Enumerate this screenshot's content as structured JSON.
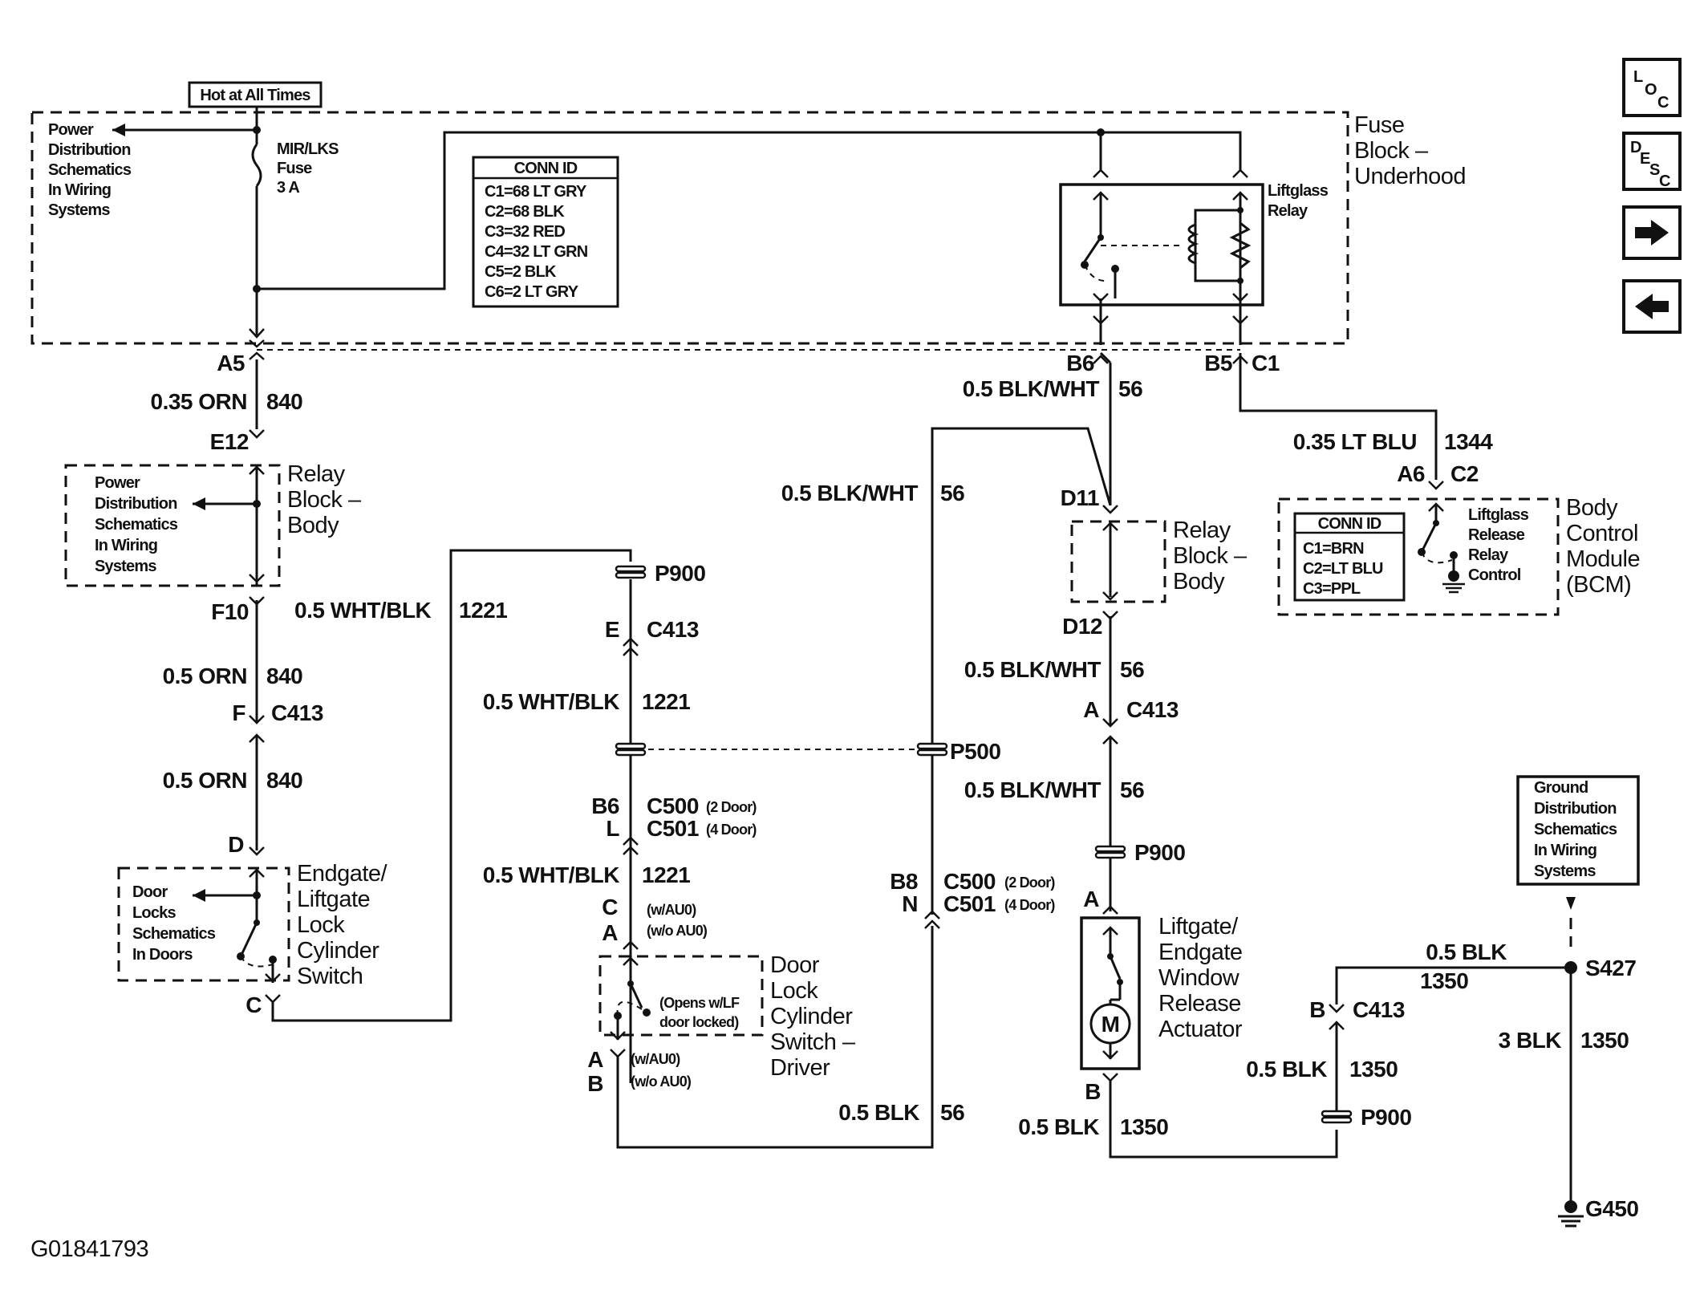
{
  "labels": {
    "hot": "Hot at All Times",
    "pd1": "Power",
    "pd2": "Distribution",
    "pd3": "Schematics",
    "pd4": "In Wiring",
    "pd5": "Systems",
    "fuse1": "MIR/LKS",
    "fuse2": "Fuse",
    "fuse3": "3 A",
    "fbu1": "Fuse",
    "fbu2": "Block –",
    "fbu3": "Underhood",
    "lgr1": "Liftglass",
    "lgr2": "Relay",
    "a5": "A5",
    "orn035": "0.35 ORN",
    "w840a": "840",
    "e12": "E12",
    "rb1": "Relay",
    "rb2": "Block –",
    "rb3": "Body",
    "f10": "F10",
    "wb05": "0.5 WHT/BLK",
    "w1221a": "1221",
    "orn05a": "0.5 ORN",
    "w840b": "840",
    "f": "F",
    "c413a": "C413",
    "orn05b": "0.5 ORN",
    "w840c": "840",
    "d": "D",
    "dl1": "Door",
    "dl2": "Locks",
    "dl3": "Schematics",
    "dl4": "In Doors",
    "el1": "Endgate/",
    "el2": "Liftgate",
    "el3": "Lock",
    "el4": "Cylinder",
    "el5": "Switch",
    "c": "C",
    "p900a": "P900",
    "e": "E",
    "c413b": "C413",
    "wb05b": "0.5 WHT/BLK",
    "w1221b": "1221",
    "p500": "P500",
    "b6": "B6",
    "c500a": "C500",
    "door2a": "(2 Door)",
    "l": "L",
    "c501a": "C501",
    "door4a": "(4 Door)",
    "wb05c": "0.5 WHT/BLK",
    "w1221c": "1221",
    "c2": "C",
    "wau0a": "(w/AU0)",
    "a2": "A",
    "woau0a": "(w/o AU0)",
    "ds1": "Door",
    "ds2": "Lock",
    "ds3": "Cylinder",
    "ds4": "Switch –",
    "ds5": "Driver",
    "op1": "(Opens w/LF",
    "op2": "door locked)",
    "a3": "A",
    "wau0b": "(w/AU0)",
    "b3": "B",
    "woau0b": "(w/o AU0)",
    "blk05a": "0.5 BLK",
    "w56a": "56",
    "bw05a": "0.5 BLK/WHT",
    "w56b": "56",
    "b8": "B8",
    "c500b": "C500",
    "door2b": "(2 Door)",
    "n": "N",
    "c501b": "C501",
    "door4b": "(4 Door)",
    "b6r": "B6",
    "b5": "B5",
    "c1": "C1",
    "bw05b": "0.5 BLK/WHT",
    "w56c": "56",
    "d11": "D11",
    "rbb1": "Relay",
    "rbb2": "Block –",
    "rbb3": "Body",
    "d12": "D12",
    "bw05c": "0.5 BLK/WHT",
    "w56d": "56",
    "ar": "A",
    "c413c": "C413",
    "bw05d": "0.5 BLK/WHT",
    "w56e": "56",
    "p900b": "P900",
    "ar2": "A",
    "la1": "Liftgate/",
    "la2": "Endgate",
    "la3": "Window",
    "la4": "Release",
    "la5": "Actuator",
    "m": "M",
    "br": "B",
    "blk05b": "0.5 BLK",
    "w1350a": "1350",
    "ltblu": "0.35 LT BLU",
    "w1344": "1344",
    "a6": "A6",
    "c2r": "C2",
    "bcm1": "Body",
    "bcm2": "Control",
    "bcm3": "Module",
    "bcm4": "(BCM)",
    "rr1": "Liftglass",
    "rr2": "Release",
    "rr3": "Relay",
    "rr4": "Control",
    "gd1": "Ground",
    "gd2": "Distribution",
    "gd3": "Schematics",
    "gd4": "In Wiring",
    "gd5": "Systems",
    "blk05c": "0.5 BLK",
    "w1350b": "1350",
    "s427": "S427",
    "bb": "B",
    "c413d": "C413",
    "blk3": "3 BLK",
    "w1350c": "1350",
    "blk05d": "0.5 BLK",
    "w1350d": "1350",
    "p900c": "P900",
    "g450": "G450",
    "figid": "G01841793"
  },
  "conn_id_fuse": {
    "title": "CONN ID",
    "rows": [
      "C1=68 LT GRY",
      "C2=68 BLK",
      "C3=32 RED",
      "C4=32 LT GRN",
      "C5=2 BLK",
      "C6=2 LT GRY"
    ]
  },
  "conn_id_bcm": {
    "title": "CONN ID",
    "rows": [
      "C1=BRN",
      "C2=LT BLU",
      "C3=PPL"
    ]
  },
  "nav": {
    "loc": {
      "l": "L",
      "o": "O",
      "c": "C"
    },
    "desc": {
      "d": "D",
      "e": "E",
      "s": "S",
      "c": "C"
    },
    "next": "next-arrow",
    "prev": "previous-arrow"
  }
}
